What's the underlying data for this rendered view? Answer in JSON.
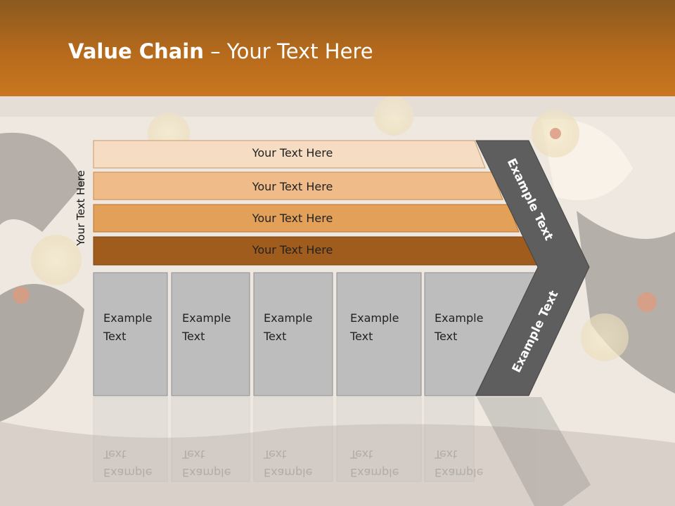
{
  "title": {
    "bold": "Value Chain",
    "rest": " – Your Text Here"
  },
  "side_label": "Your Text Here",
  "bars": [
    {
      "label": "Your Text Here",
      "color": "#f6dcc2"
    },
    {
      "label": "Your Text Here",
      "color": "#efbb88"
    },
    {
      "label": "Your Text Here",
      "color": "#e2a058"
    },
    {
      "label": "Your Text Here",
      "color": "#a05c1c"
    }
  ],
  "boxes": [
    {
      "label": "Example Text"
    },
    {
      "label": "Example Text"
    },
    {
      "label": "Example Text"
    },
    {
      "label": "Example Text"
    },
    {
      "label": "Example Text"
    }
  ],
  "chevron": {
    "top_label": "Example Text",
    "bottom_label": "Example Text",
    "color": "#5e5e5e"
  }
}
